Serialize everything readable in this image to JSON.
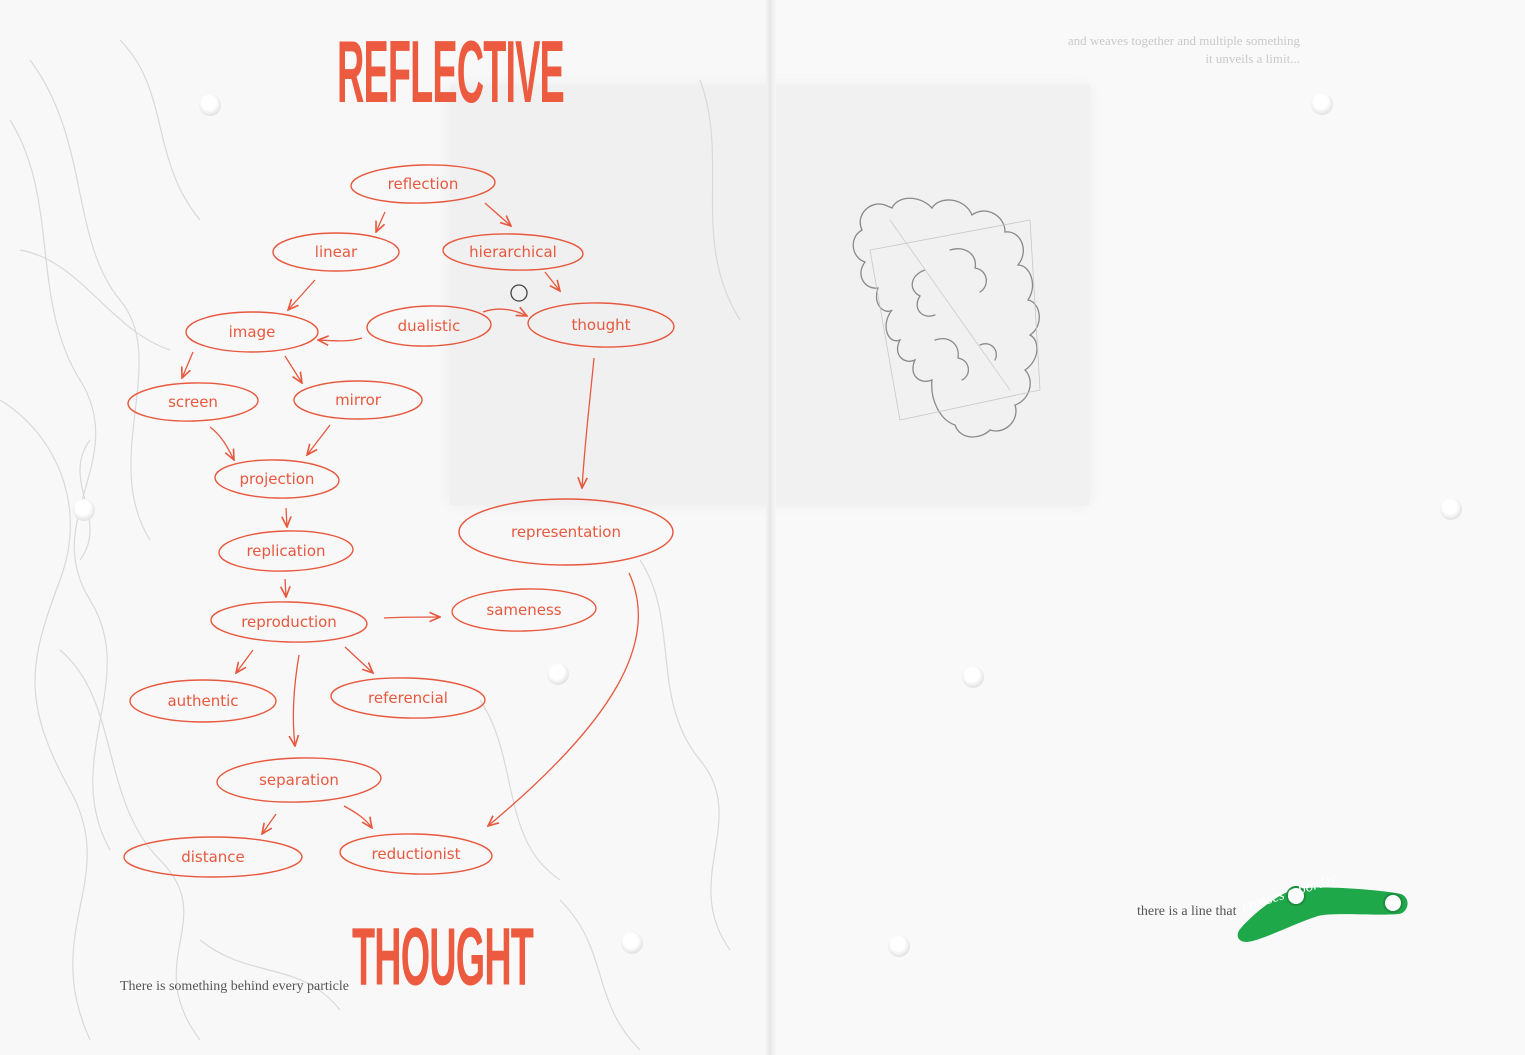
{
  "left_page": {
    "title_top": "REFLECTIVE",
    "title_bottom": "THOUGHT",
    "caption": "There is something behind every particle"
  },
  "diagram": {
    "accent_color": "#e8583e",
    "nodes": [
      {
        "id": "reflection",
        "label": "reflection"
      },
      {
        "id": "linear",
        "label": "linear"
      },
      {
        "id": "hierarchical",
        "label": "hierarchical"
      },
      {
        "id": "dualistic",
        "label": "dualistic"
      },
      {
        "id": "image",
        "label": "image"
      },
      {
        "id": "thought",
        "label": "thought"
      },
      {
        "id": "screen",
        "label": "screen"
      },
      {
        "id": "mirror",
        "label": "mirror"
      },
      {
        "id": "projection",
        "label": "projection"
      },
      {
        "id": "replication",
        "label": "replication"
      },
      {
        "id": "representation",
        "label": "representation"
      },
      {
        "id": "reproduction",
        "label": "reproduction"
      },
      {
        "id": "sameness",
        "label": "sameness"
      },
      {
        "id": "authentic",
        "label": "authentic"
      },
      {
        "id": "referencial",
        "label": "referencial"
      },
      {
        "id": "separation",
        "label": "separation"
      },
      {
        "id": "distance",
        "label": "distance"
      },
      {
        "id": "reductionist",
        "label": "reductionist"
      }
    ],
    "edges": [
      [
        "reflection",
        "linear"
      ],
      [
        "reflection",
        "hierarchical"
      ],
      [
        "hierarchical",
        "thought"
      ],
      [
        "linear",
        "image"
      ],
      [
        "dualistic",
        "image"
      ],
      [
        "dualistic",
        "thought"
      ],
      [
        "image",
        "screen"
      ],
      [
        "image",
        "mirror"
      ],
      [
        "screen",
        "projection"
      ],
      [
        "mirror",
        "projection"
      ],
      [
        "projection",
        "replication"
      ],
      [
        "replication",
        "reproduction"
      ],
      [
        "thought",
        "representation"
      ],
      [
        "reproduction",
        "sameness"
      ],
      [
        "reproduction",
        "authentic"
      ],
      [
        "reproduction",
        "referencial"
      ],
      [
        "reproduction",
        "separation"
      ],
      [
        "representation",
        "reductionist"
      ],
      [
        "separation",
        "distance"
      ],
      [
        "separation",
        "reductionist"
      ]
    ]
  },
  "right_page": {
    "ghost_lines": [
      "and weaves together and multiple something",
      "it unveils a limit..."
    ],
    "caption": "there is a line that",
    "sticker_text": "crosses a border",
    "sticker_color": "#1fa84a",
    "drawing": "cloud-sketch"
  }
}
